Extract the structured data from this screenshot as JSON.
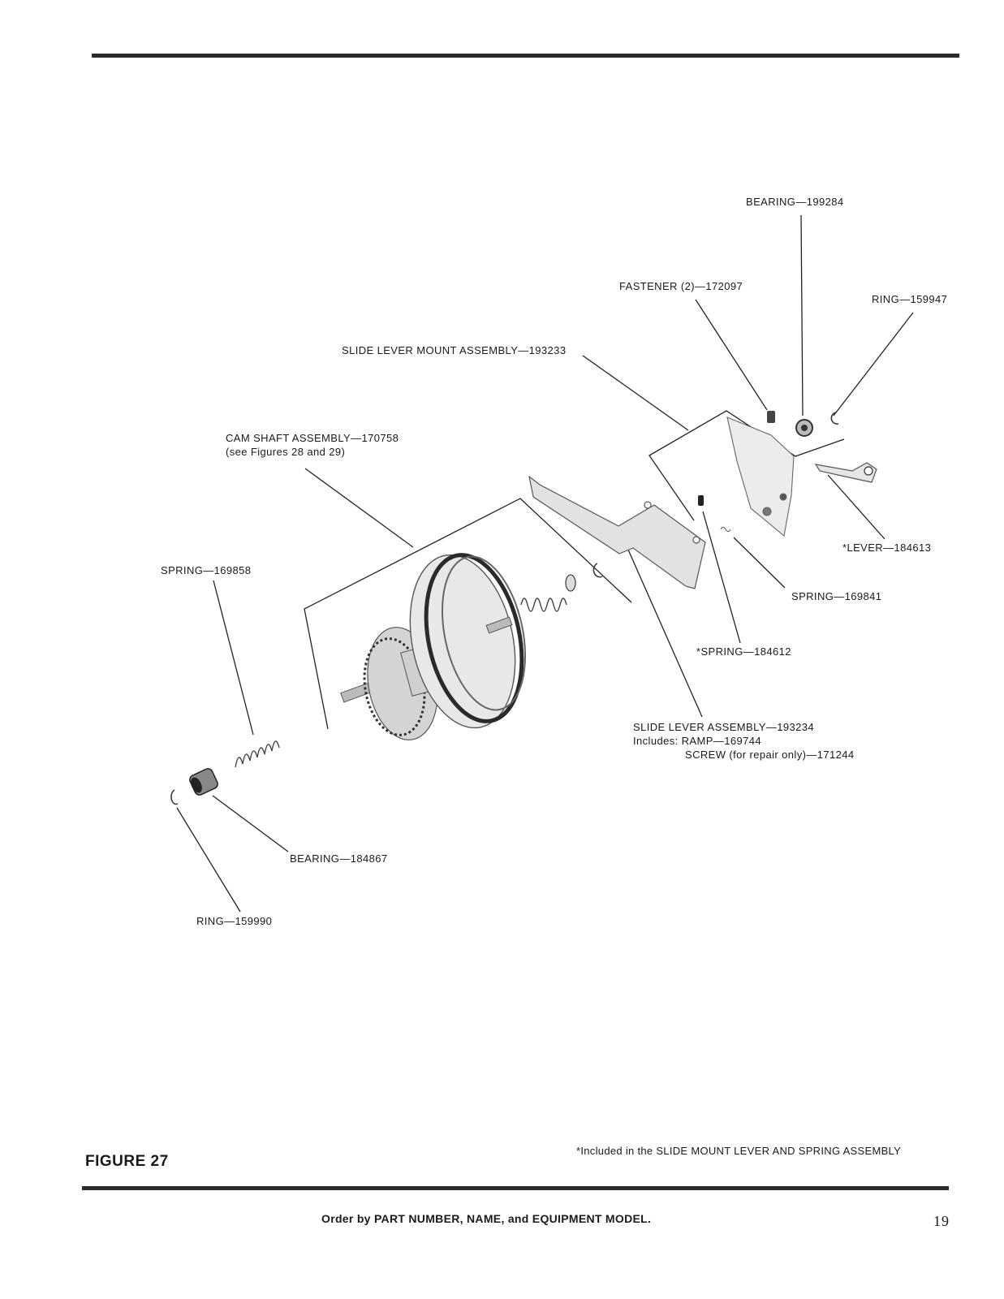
{
  "figure_label": "FIGURE 27",
  "labels": {
    "bearing_199284": "BEARING—199284",
    "fastener_172097": "FASTENER (2)—172097",
    "ring_159947": "RING—159947",
    "slide_lever_mount": "SLIDE LEVER MOUNT ASSEMBLY—193233",
    "cam_shaft_line1": "CAM SHAFT ASSEMBLY—170758",
    "cam_shaft_line2": "(see Figures 28 and 29)",
    "spring_169858": "SPRING—169858",
    "lever_184613": "*LEVER—184613",
    "spring_169841": "SPRING—169841",
    "spring_184612": "*SPRING—184612",
    "slide_lever_line1": "SLIDE LEVER ASSEMBLY—193234",
    "slide_lever_line2": "Includes: RAMP—169744",
    "slide_lever_line3": "SCREW (for repair only)—171244",
    "bearing_184867": "BEARING—184867",
    "ring_159990": "RING—159990"
  },
  "footnote": "*Included in the SLIDE MOUNT LEVER AND SPRING ASSEMBLY",
  "footer": {
    "order_text": "Order by PART NUMBER, NAME, and EQUIPMENT MODEL.",
    "page_number": "19"
  }
}
